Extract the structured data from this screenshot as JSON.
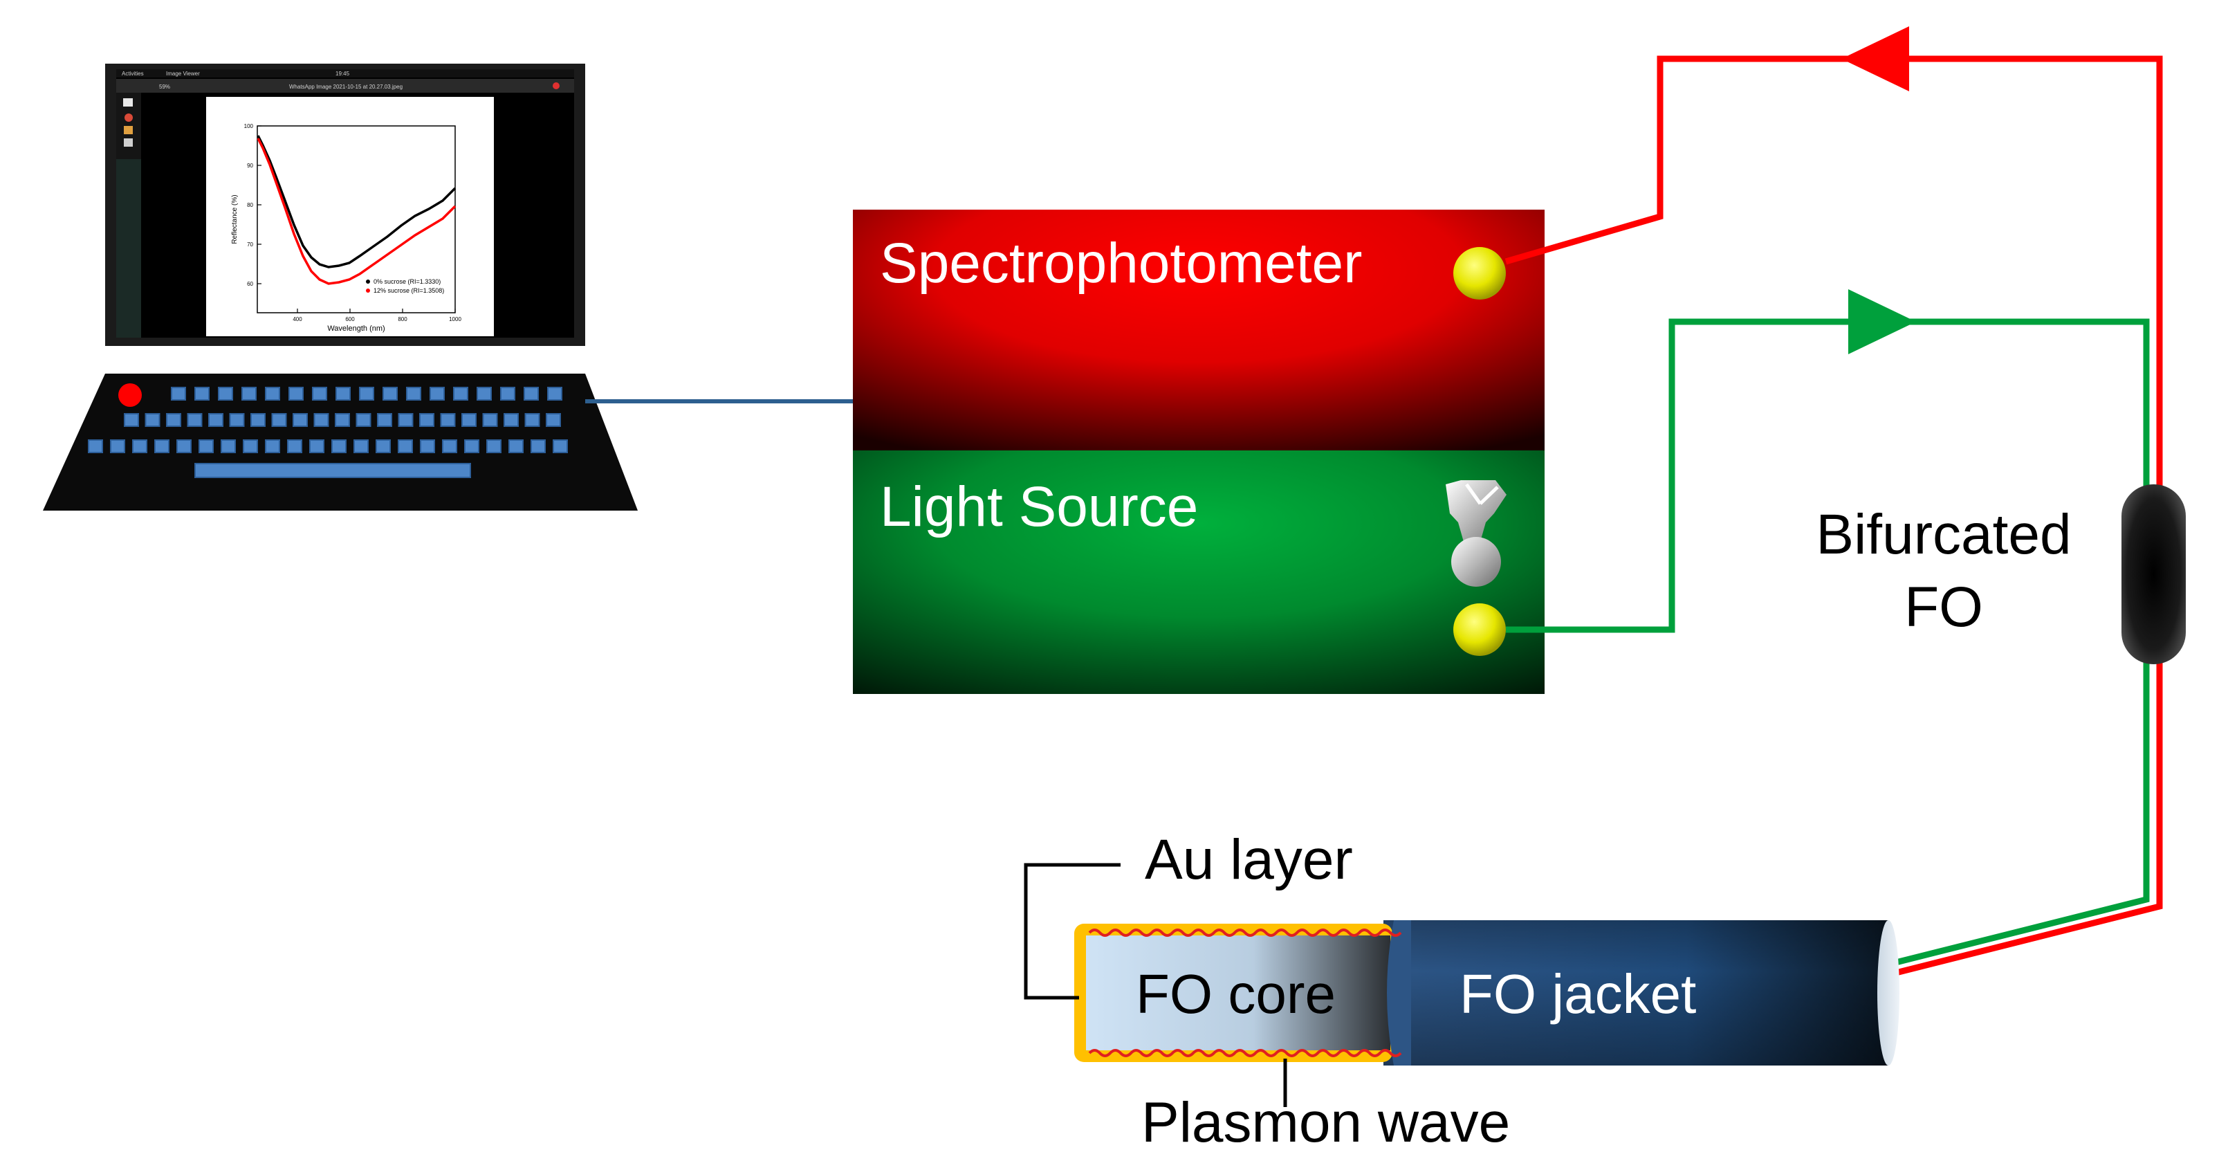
{
  "laptop": {
    "screen": {
      "topbar_left": "Activities",
      "topbar_app": "Image Viewer",
      "topbar_clock": "19:45",
      "window_title": "WhatsApp Image 2021-10-15 at 20.27.03.jpeg",
      "zoom": "59%"
    },
    "plot": {
      "ylabel": "Reflectance (%)",
      "xlabel": "Wavelength (nm)",
      "yticks": [
        "100",
        "90",
        "80",
        "70",
        "60"
      ],
      "xticks": [
        "400",
        "600",
        "800",
        "1000"
      ],
      "legend": [
        {
          "label": "0% sucrose (RI=1.3330)",
          "color": "#000000"
        },
        {
          "label": "12% sucrose (RI=1.3508)",
          "color": "#ff0000"
        }
      ]
    }
  },
  "spectrophotometer": {
    "label": "Spectrophotometer"
  },
  "light_source": {
    "label": "Light Source"
  },
  "bifurcated": {
    "line1": "Bifurcated",
    "line2": "FO"
  },
  "fiber": {
    "au_layer": "Au layer",
    "core": "FO core",
    "jacket": "FO jacket",
    "plasmon": "Plasmon wave"
  },
  "colors": {
    "red_signal": "#ff0000",
    "green_signal": "#00a03c",
    "cable": "#2d5f8f",
    "gold": "#ffc000"
  }
}
